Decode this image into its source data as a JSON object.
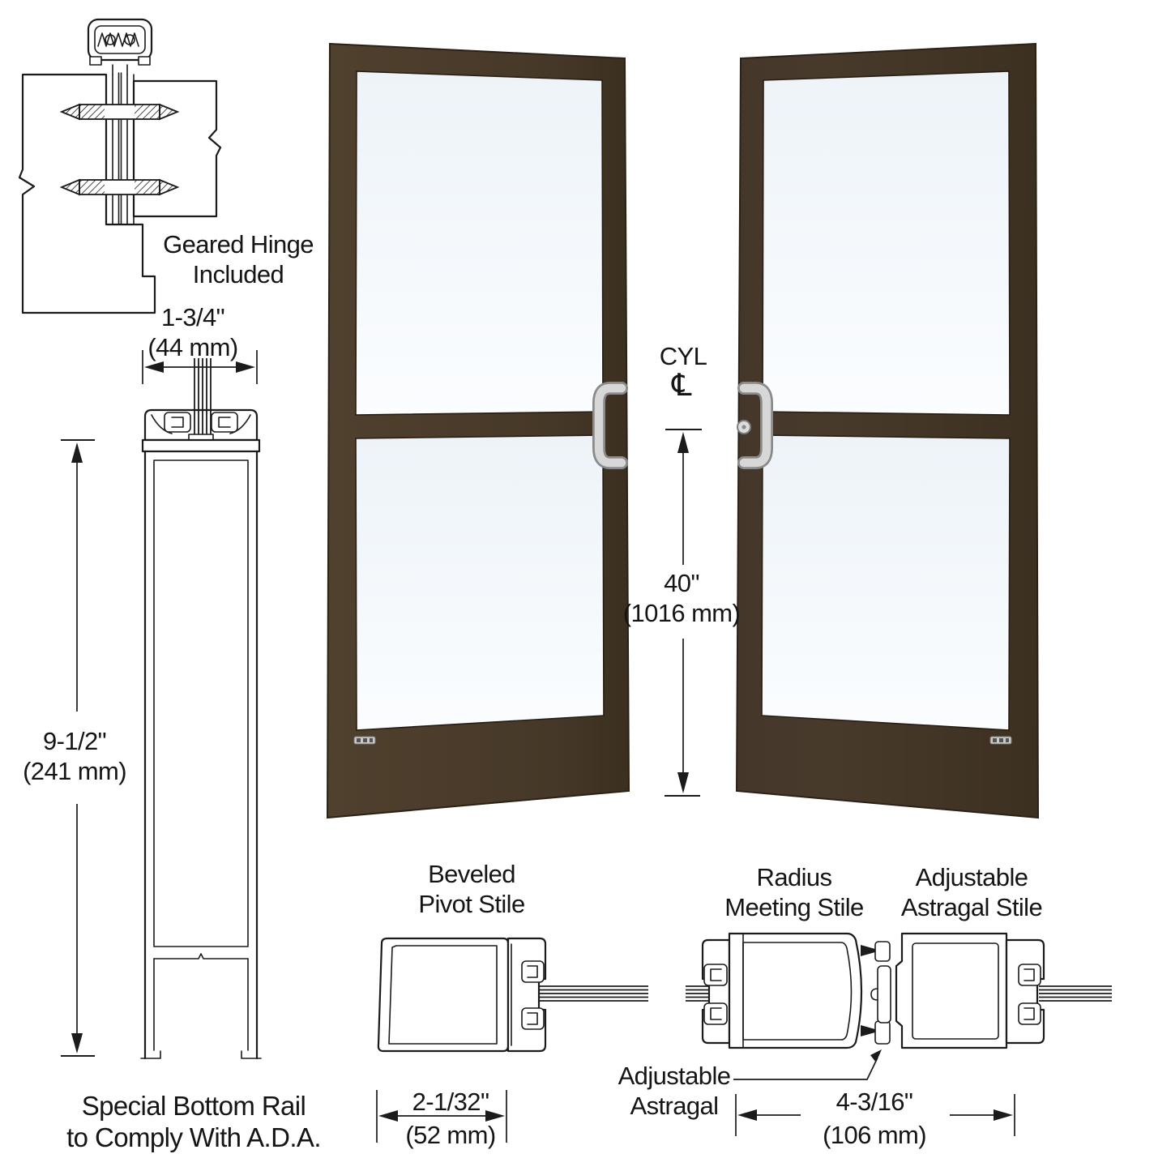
{
  "colors": {
    "bronze": "#48392B",
    "bronze_light": "#53432F",
    "bronze_dark": "#3A2E20",
    "glass": "#F1F6FA",
    "glass_light": "#FBFDFF",
    "line": "#1B1B1B",
    "handle": "#D7D7D7",
    "handle_shadow": "#8A8A8A"
  },
  "hinge_detail": {
    "caption_line1": "Geared Hinge",
    "caption_line2": "Included"
  },
  "bottom_rail_detail": {
    "width_in": "1-3/4\"",
    "width_mm": "(44 mm)",
    "height_in": "9-1/2\"",
    "height_mm": "(241 mm)",
    "caption_line1": "Special Bottom Rail",
    "caption_line2": "to Comply With A.D.A."
  },
  "door_pair": {
    "cyl_label": "CYL",
    "centerline_symbol": "℄",
    "cyl_height_in": "40\"",
    "cyl_height_mm": "(1016 mm)"
  },
  "pivot_stile_detail": {
    "title_line1": "Beveled",
    "title_line2": "Pivot Stile",
    "width_in": "2-1/32\"",
    "width_mm": "(52 mm)"
  },
  "meeting_stile_detail": {
    "title_line1": "Radius",
    "title_line2": "Meeting Stile"
  },
  "astragal_stile_detail": {
    "title_line1": "Adjustable",
    "title_line2": "Astragal Stile"
  },
  "astragal_callout": {
    "line1": "Adjustable",
    "line2": "Astragal"
  },
  "astragal_dimension": {
    "width_in": "4-3/16\"",
    "width_mm": "(106 mm)"
  }
}
